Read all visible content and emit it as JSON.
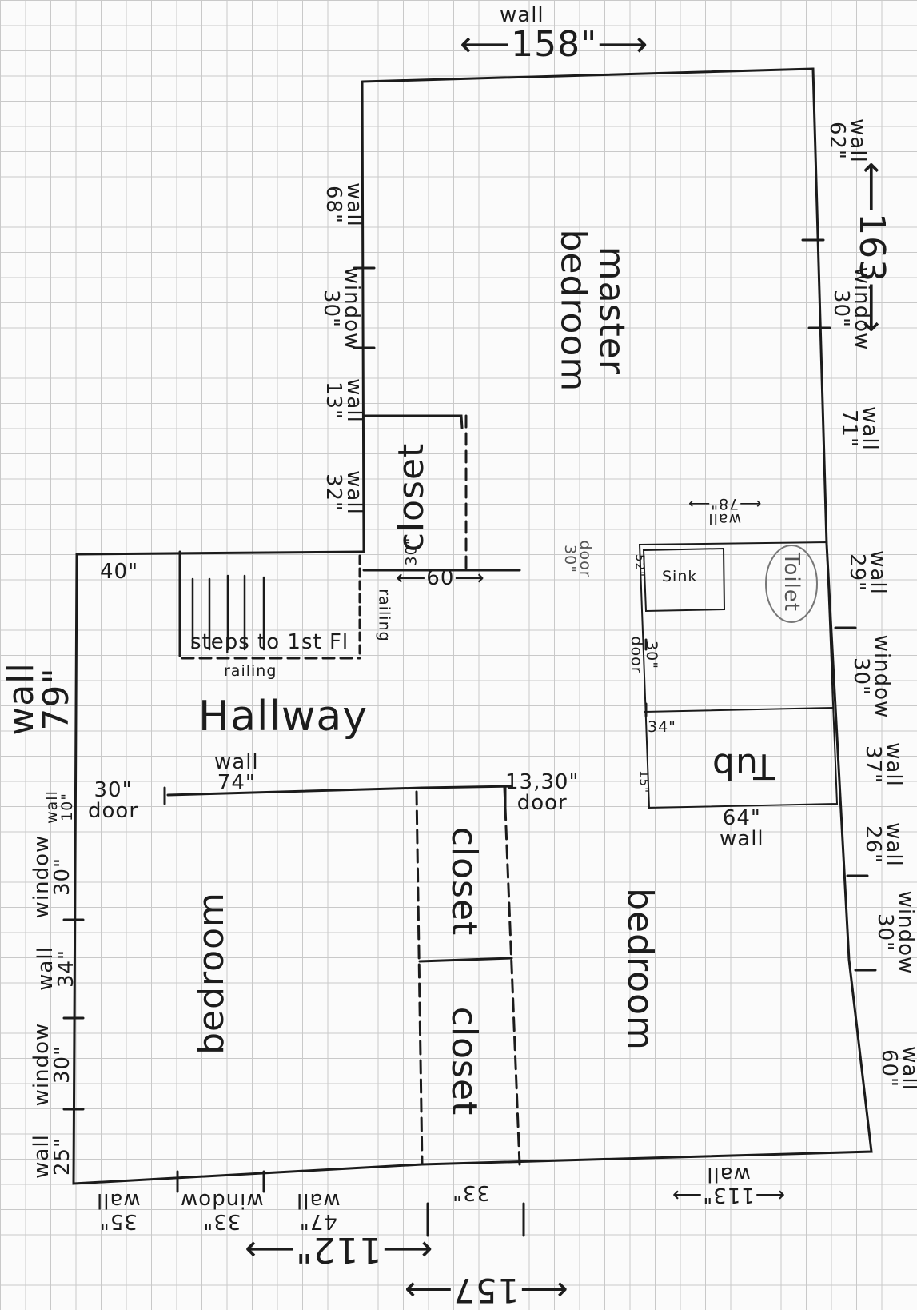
{
  "labels": {
    "top_wall": "wall",
    "top_dim": "⟵158\"⟶",
    "left_wall_68": [
      "wall",
      "68\""
    ],
    "left_window_30": [
      "window",
      "30\""
    ],
    "left_wall_13": [
      "wall",
      "13\""
    ],
    "left_wall_32": [
      "wall",
      "32\""
    ],
    "right_wall_62": [
      "wall",
      "62\""
    ],
    "right_dim_163": "⟵163⟶",
    "right_window_30": [
      "window",
      "30\""
    ],
    "right_wall_71": [
      "wall",
      "71\""
    ],
    "master_bedroom": [
      "master",
      "bedroom"
    ],
    "closet_master": "closet",
    "closet_30_top": "30\"",
    "closet_60": "⟵60⟶",
    "door_30_master": [
      "door",
      "30\""
    ],
    "hall_40": "40\"",
    "steps": "steps to 1st Fl",
    "railing_h": "railing",
    "railing_v": "railing",
    "hallway": "Hallway",
    "left_wall_79": [
      "wall",
      "79\""
    ],
    "wall_74": [
      "wall",
      "74\""
    ],
    "door_30_left": [
      "30\"",
      "door"
    ],
    "door_30_mid": [
      "13",
      "30\"",
      "door"
    ],
    "bath_wall_78": [
      "wall",
      "⟵78\"⟶"
    ],
    "sink": "Sink",
    "toilet": "Toilet",
    "bath_52": "52\"",
    "bath_door_30": [
      "30\"",
      "door"
    ],
    "right_wall_29": [
      "wall",
      "29\""
    ],
    "right_window_30b": [
      "window",
      "30\""
    ],
    "bath_34": "34\"",
    "bath_15": "15\"",
    "tub": "Tub",
    "right_wall_37": [
      "wall",
      "37\""
    ],
    "bath_wall_64": [
      "64\"",
      "wall"
    ],
    "right_wall_26": [
      "wall",
      "26\""
    ],
    "right_window_30c": [
      "window",
      "30\""
    ],
    "right_wall_60": [
      "wall",
      "60\""
    ],
    "closet_mid": "closet",
    "closet_lower": "closet",
    "bedroom_right": "bedroom",
    "bedroom_left": "bedroom",
    "left_window_30_top": [
      "window",
      "30\""
    ],
    "left_wall_10": [
      "wall",
      "10\""
    ],
    "left_wall_34": [
      "wall",
      "34\""
    ],
    "left_window_30_mid": [
      "window",
      "30\""
    ],
    "left_wall_25": [
      "wall",
      "25\""
    ],
    "bottom_wall_35": [
      "35\"",
      "wall"
    ],
    "bottom_window_33": [
      "33\"",
      "window"
    ],
    "bottom_wall_47": [
      "47\"",
      "wall"
    ],
    "bottom_dim_112": "⟵112\"⟶",
    "bottom_33": "33\"",
    "bottom_dim_157": "⟵157⟶",
    "bottom_right_wall": [
      "⟵113\"⟶",
      "wall"
    ]
  }
}
